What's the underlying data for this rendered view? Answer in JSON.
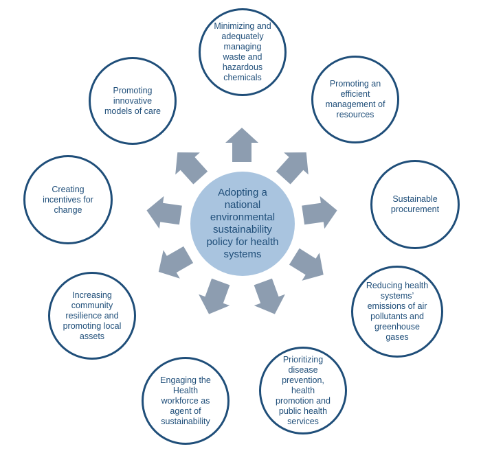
{
  "diagram": {
    "center_label": "Adopting a national environmental sustainability policy for health systems",
    "nodes": [
      {
        "id": "n1",
        "label": "Minimizing and adequately managing waste and hazardous chemicals"
      },
      {
        "id": "n2",
        "label": "Promoting an efficient management of resources"
      },
      {
        "id": "n3",
        "label": "Sustainable procurement"
      },
      {
        "id": "n4",
        "label": "Reducing health systems’ emissions of air pollutants and greenhouse gases"
      },
      {
        "id": "n5",
        "label": "Prioritizing disease prevention, health promotion and public health services"
      },
      {
        "id": "n6",
        "label": "Engaging the Health workforce as agent of sustainability"
      },
      {
        "id": "n7",
        "label": "Increasing community resilience and promoting local assets"
      },
      {
        "id": "n8",
        "label": "Creating incentives for change"
      },
      {
        "id": "n9",
        "label": "Promoting innovative models of care"
      }
    ],
    "colors": {
      "circle_border": "#1f4e79",
      "text": "#1f4e79",
      "center_fill": "#a9c4df",
      "arrow_fill": "#8d9db0"
    }
  }
}
